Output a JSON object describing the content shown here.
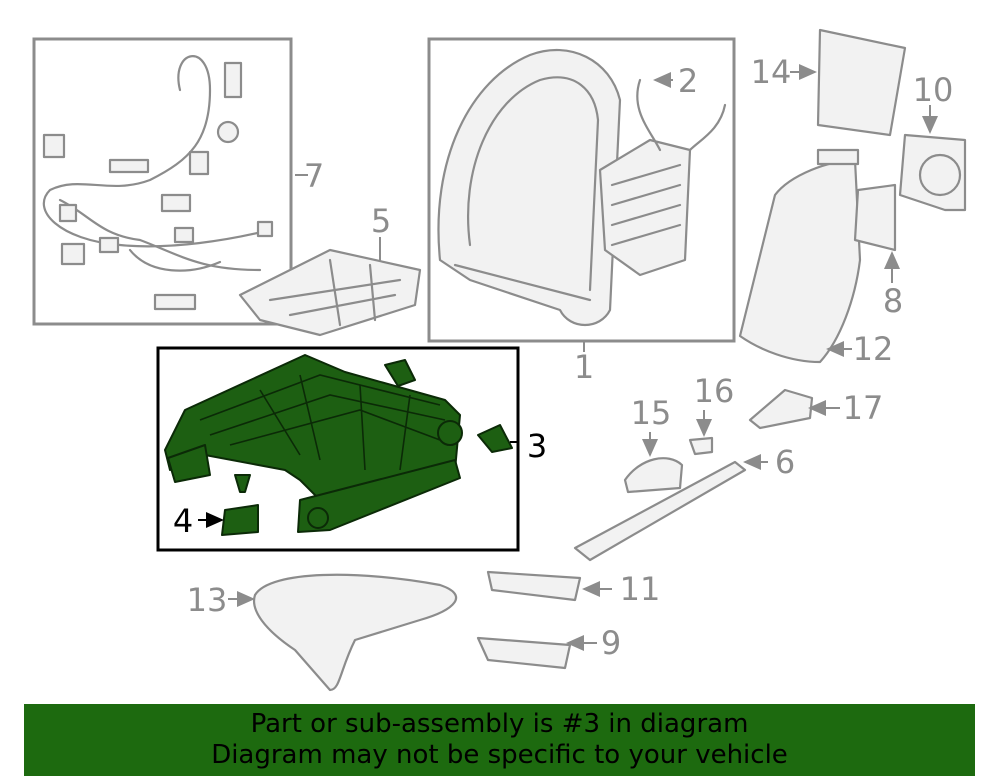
{
  "banner": {
    "line1": "Part or sub-assembly is #3 in diagram",
    "line2": "Diagram may not be specific to your vehicle"
  },
  "callouts": {
    "c1": "1",
    "c2": "2",
    "c3": "3",
    "c4": "4",
    "c5": "5",
    "c6": "6",
    "c7": "7",
    "c8": "8",
    "c9": "9",
    "c10": "10",
    "c11": "11",
    "c12": "12",
    "c13": "13",
    "c14": "14",
    "c15": "15",
    "c16": "16",
    "c17": "17"
  },
  "colors": {
    "highlight_part": "#1d5f12",
    "banner_background": "#1d6a0f",
    "line_art": "#8c8c8c"
  }
}
